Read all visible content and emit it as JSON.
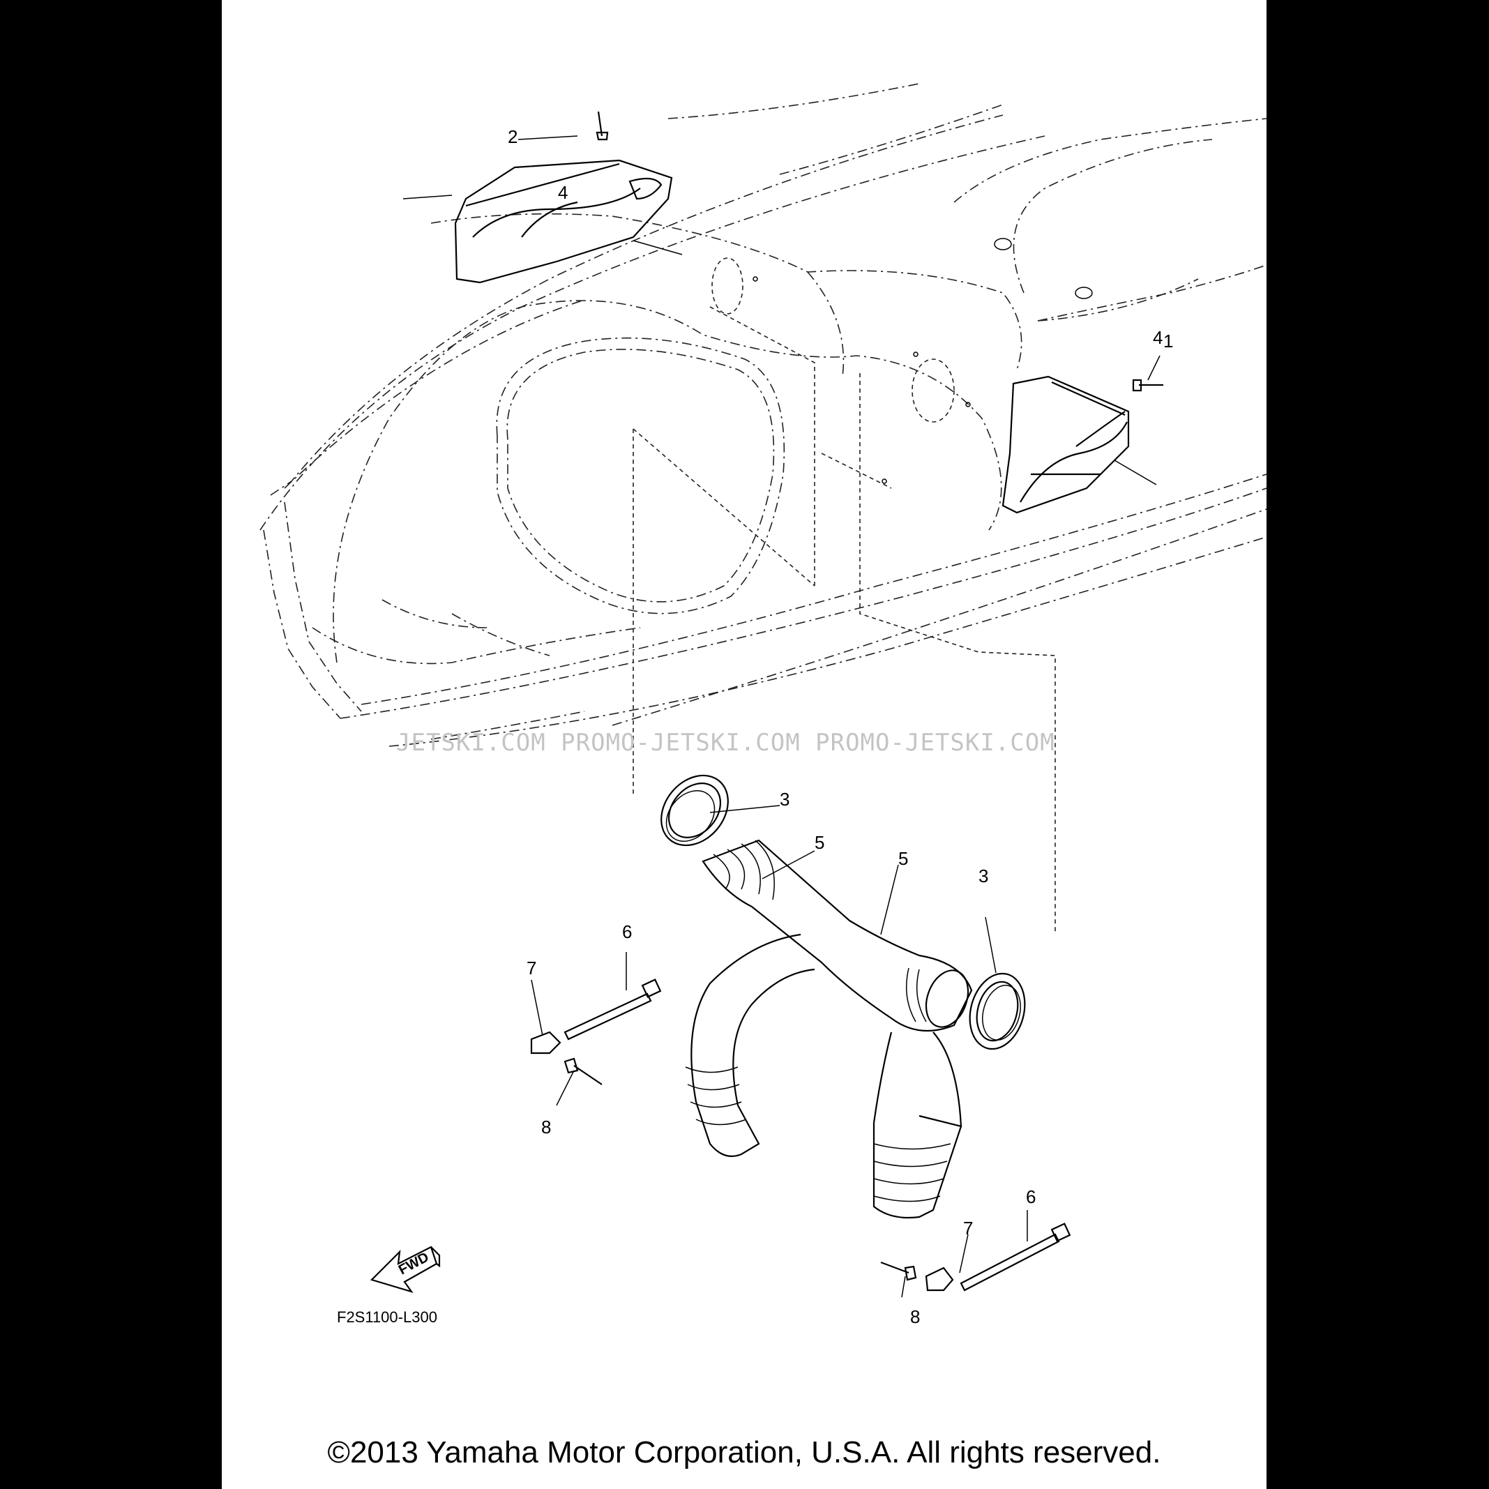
{
  "diagram": {
    "callouts": {
      "duct_right": "1",
      "duct_left": "2",
      "grommet_left": "3",
      "grommet_right": "3",
      "rivet_top_left": "4",
      "rivet_top_right": "4",
      "hose_upper": "5",
      "hose_lower": "5",
      "tie_left": "6",
      "tie_right": "6",
      "clamp_left": "7",
      "clamp_right": "7",
      "rivet_bottom_left": "8",
      "rivet_bottom_right": "8"
    },
    "fwd_label": "FWD",
    "figure_code": "F2S1100-L300",
    "watermark": "JETSKI.COM  PROMO-JETSKI.COM  PROMO-JETSKI.COM",
    "copyright": "©2013 Yamaha Motor Corporation, U.S.A. All rights reserved."
  }
}
